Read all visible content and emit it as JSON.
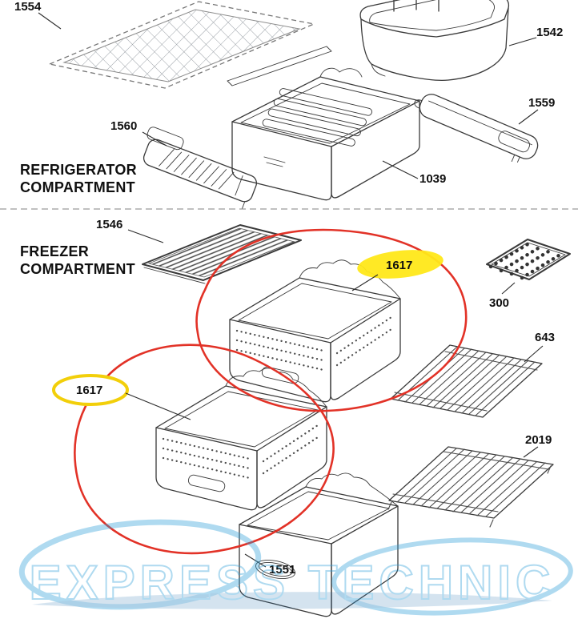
{
  "sections": {
    "refrigerator_line1": "REFRIGERATOR",
    "refrigerator_line2": "COMPARTMENT",
    "freezer_line1": "FREEZER",
    "freezer_line2": "COMPARTMENT"
  },
  "labels": {
    "p1554": "1554",
    "p1542": "1542",
    "p1559": "1559",
    "p1560": "1560",
    "p1039": "1039",
    "p1546": "1546",
    "p1617_upper": "1617",
    "p1617_lower": "1617",
    "p300": "300",
    "p643": "643",
    "p2019": "2019",
    "p1551": "1551"
  },
  "watermark": {
    "text": "EXPRESS TECHNIC"
  },
  "colors": {
    "annotation_red": "#e23227",
    "highlight_yellow": "#ffe819",
    "watermark_blue": "#2f9fd8",
    "line": "#3a3a3a"
  }
}
